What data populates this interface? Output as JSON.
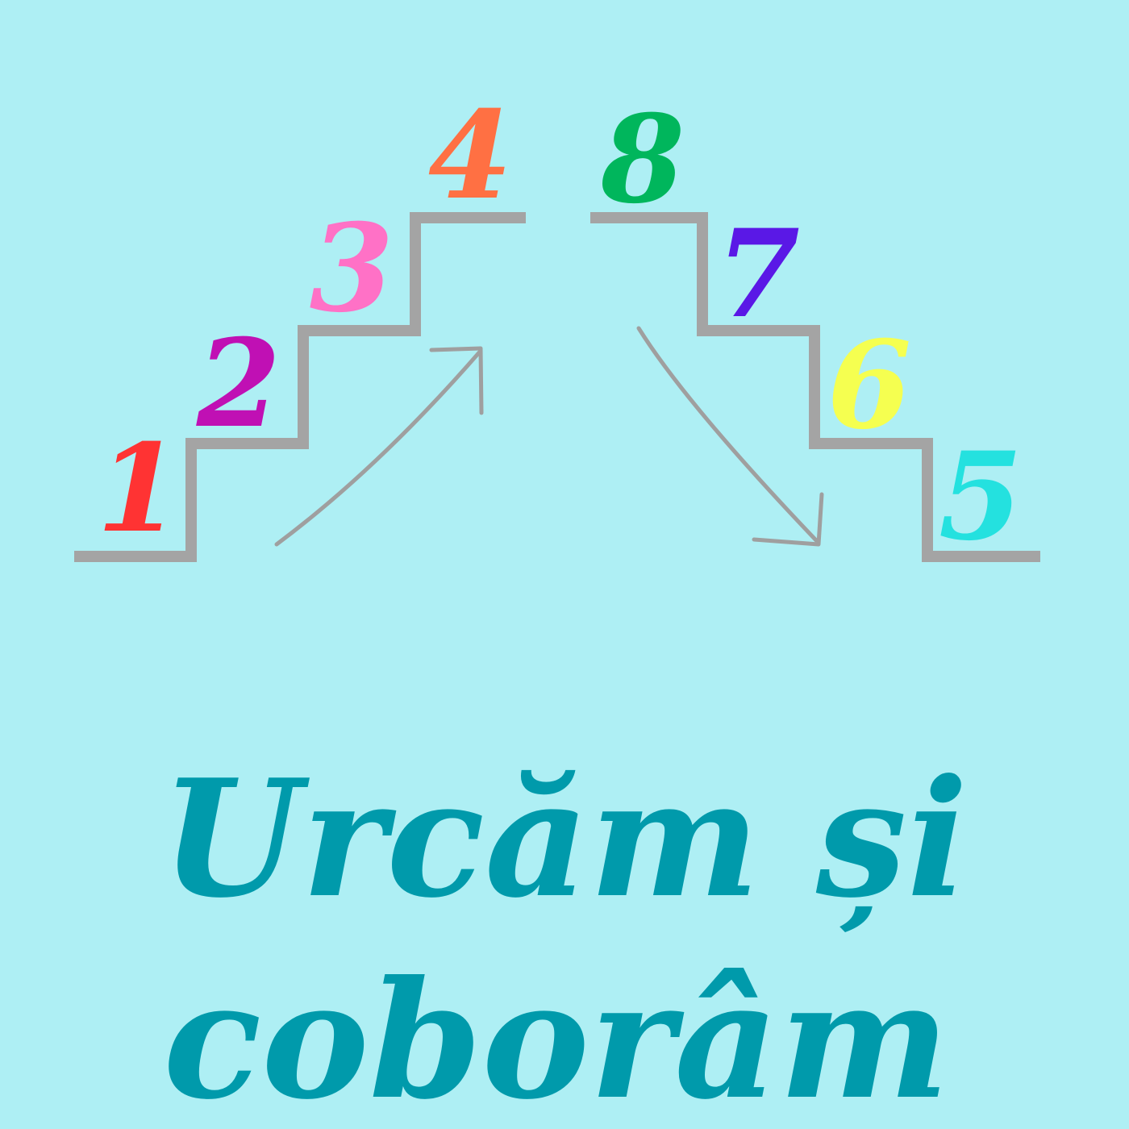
{
  "colors": {
    "background": "#aeeff4",
    "stairs": "#a4a4a4",
    "arrows": "#9f9f9f",
    "title": "#009aab"
  },
  "left_stairs": {
    "numbers": [
      {
        "label": "1",
        "color": "#ff3333"
      },
      {
        "label": "2",
        "color": "#c010b4"
      },
      {
        "label": "3",
        "color": "#ff71c6"
      },
      {
        "label": "4",
        "color": "#ff7043"
      }
    ]
  },
  "right_stairs": {
    "numbers": [
      {
        "label": "8",
        "color": "#00b65c"
      },
      {
        "label": "7",
        "color": "#5a18e6"
      },
      {
        "label": "6",
        "color": "#f5ff50"
      },
      {
        "label": "5",
        "color": "#24e1df"
      }
    ]
  },
  "title": {
    "line1": "Urcăm și",
    "line2": "coborâm"
  }
}
